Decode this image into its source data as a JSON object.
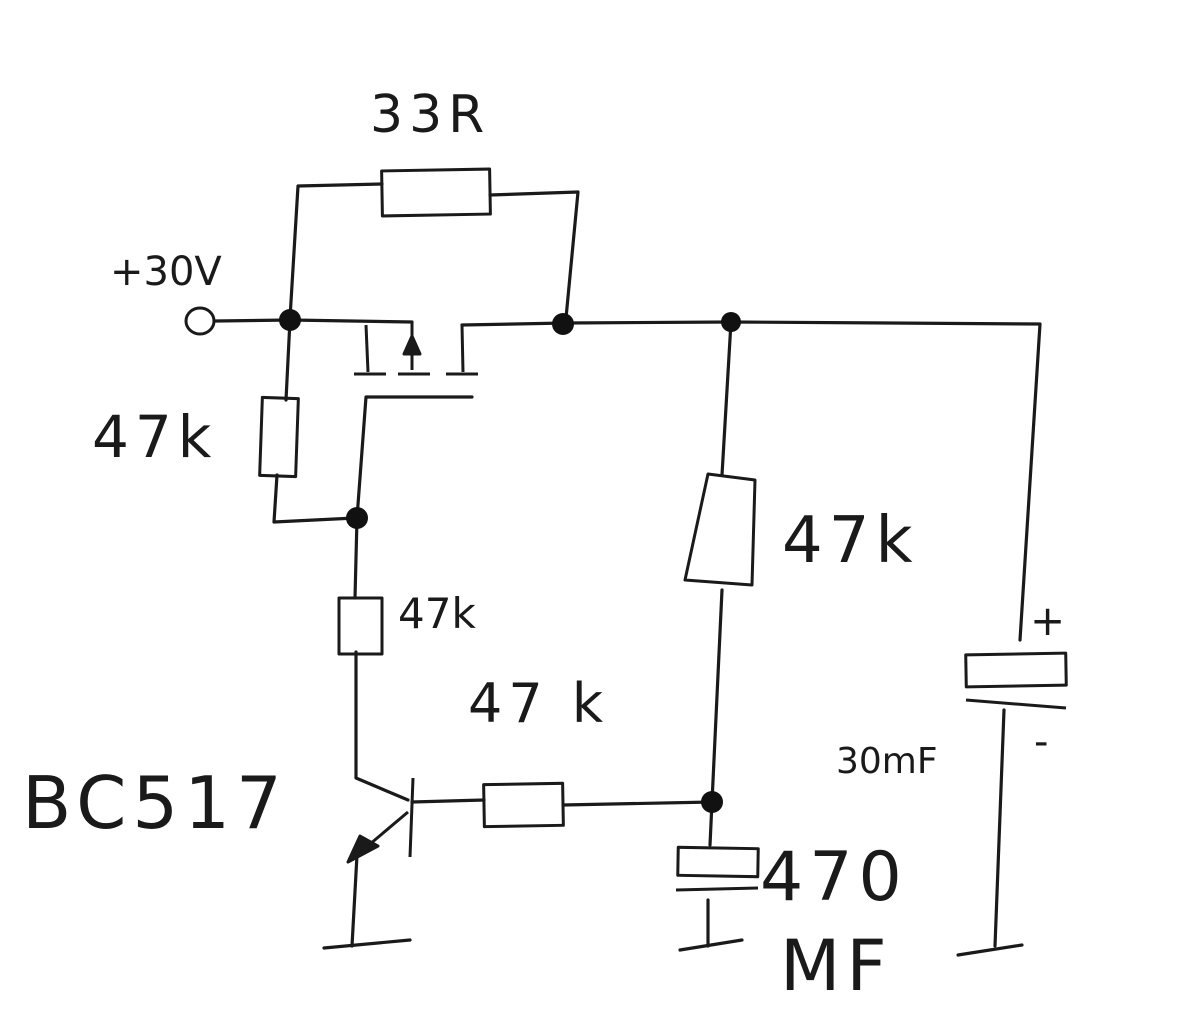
{
  "labels": {
    "r_top": "33R",
    "supply": "+30V",
    "r_left": "47k",
    "r_right": "47k",
    "r_mid": "47k",
    "r_base": "47 k",
    "transistor": "BC517",
    "cap_big_value": "30mF",
    "cap_big_plus": "+",
    "cap_big_minus": "-",
    "cap_small_value": "470",
    "cap_small_unit": "MF"
  },
  "colors": {
    "ink": "#1a1a1a",
    "paper": "#ffffff"
  }
}
